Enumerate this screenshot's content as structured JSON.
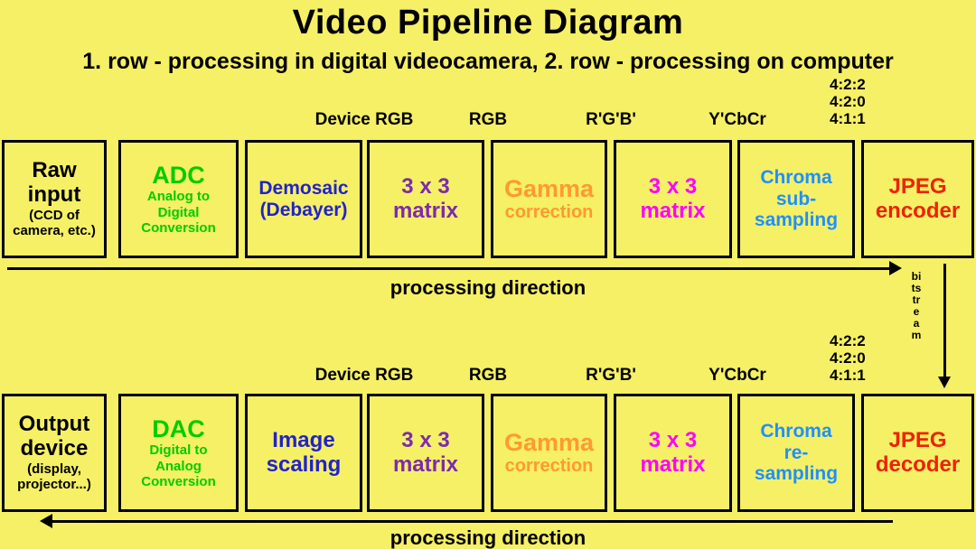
{
  "title": "Video Pipeline Diagram",
  "subtitle": "1. row - processing in digital videocamera, 2. row - processing on computer",
  "colors": {
    "background": "#F5F066",
    "black": "#000000",
    "green": "#00CC00",
    "blue": "#2222CC",
    "purple": "#7D2AB0",
    "orange": "#FF9933",
    "magenta": "#FF00FF",
    "light_blue": "#1E90FF",
    "red": "#EE2200"
  },
  "colorspace_labels": [
    "Device RGB",
    "RGB",
    "R'G'B'",
    "Y'CbCr"
  ],
  "subsampling_ratios": "4:2:2\n4:2:0\n4:1:1",
  "bitstream_label": "bitstream",
  "row1": {
    "arrow_label": "processing direction",
    "boxes": [
      {
        "title": "Raw\ninput",
        "subtitle": "(CCD of\ncamera, etc.)"
      },
      {
        "title": "ADC",
        "subtitle": "Analog to\nDigital\nConversion"
      },
      {
        "title": "Demosaic\n(Debayer)"
      },
      {
        "title": "3 x 3\nmatrix"
      },
      {
        "title": "Gamma",
        "subtitle": "correction"
      },
      {
        "title": "3 x 3\nmatrix"
      },
      {
        "title": "Chroma\nsub-\nsampling"
      },
      {
        "title": "JPEG\nencoder"
      }
    ]
  },
  "row2": {
    "arrow_label": "processing direction",
    "boxes": [
      {
        "title": "Output\ndevice",
        "subtitle": "(display,\nprojector...)"
      },
      {
        "title": "DAC",
        "subtitle": "Digital to\nAnalog\nConversion"
      },
      {
        "title": "Image\nscaling"
      },
      {
        "title": "3 x 3\nmatrix"
      },
      {
        "title": "Gamma",
        "subtitle": "correction"
      },
      {
        "title": "3 x 3\nmatrix"
      },
      {
        "title": "Chroma\nre-\nsampling"
      },
      {
        "title": "JPEG\ndecoder"
      }
    ]
  }
}
